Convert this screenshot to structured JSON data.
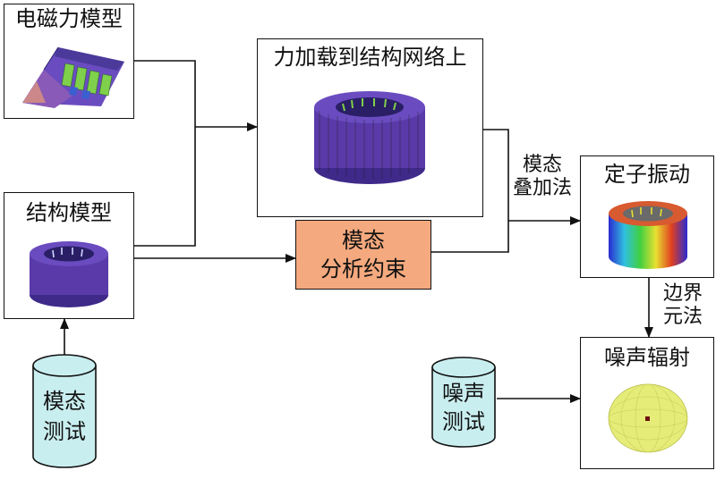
{
  "nodes": {
    "em_force_model": {
      "title": "电磁力模型"
    },
    "load_on_mesh": {
      "title": "力加载到结构网络上"
    },
    "structure_model": {
      "title": "结构模型"
    },
    "modal_constraint": {
      "line1": "模态",
      "line2": "分析约束",
      "fill": "#f4a97e"
    },
    "stator_vibration": {
      "title": "定子振动"
    },
    "noise_radiation": {
      "title": "噪声辐射"
    },
    "modal_test": {
      "line1": "模态",
      "line2": "测试",
      "fill": "#c9eef0"
    },
    "noise_test": {
      "line1": "噪声",
      "line2": "测试",
      "fill": "#c9eef0"
    }
  },
  "edge_labels": {
    "modal_superposition": {
      "line1": "模态",
      "line2": "叠加法"
    },
    "boundary_element": {
      "line1": "边界",
      "line2": "元法"
    }
  },
  "colors": {
    "stator_purple": "#5a3aa8",
    "slot_green": "#7fd04a",
    "sphere_yellow": "#e6ec78"
  }
}
